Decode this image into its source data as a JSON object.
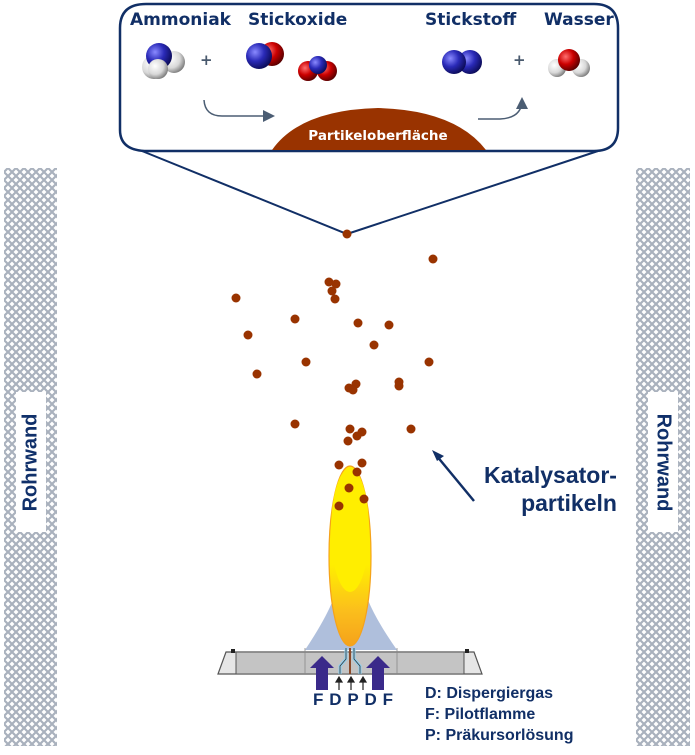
{
  "figure": {
    "reaction_callout": {
      "reactants": [
        {
          "name": "Ammoniak",
          "molecule": "NH3"
        },
        {
          "name": "Stickoxide",
          "molecule": "NO / NO2"
        }
      ],
      "products": [
        {
          "name": "Stickstoff",
          "molecule": "N2"
        },
        {
          "name": "Wasser",
          "molecule": "H2O"
        }
      ],
      "plus_sign": "+",
      "surface_label": "Partikeloberfläche"
    },
    "walls": {
      "left_label": "Rohrwand",
      "right_label": "Rohrwand"
    },
    "catalyst_label": [
      "Katalysator-",
      "partikeln"
    ],
    "burner": {
      "port_letters": [
        "F",
        "D",
        "P",
        "D",
        "F"
      ]
    },
    "legend": [
      "D: Dispergiergas",
      "F: Pilotflamme",
      "P: Präkursorlösung"
    ],
    "colors": {
      "text_navy": "#112f66",
      "particle_brown": "#993300",
      "flame_yellow": "#ffee00",
      "flame_orange": "#f5a21b",
      "cone_blue": "#a6b8d8",
      "nozzle_gray": "#c8c8c8",
      "arrow_purple": "#3a2a8a",
      "nitrogen_blue": "#2a2ab8",
      "oxygen_red": "#cc0000",
      "hydrogen_white": "#e8e8e8"
    }
  }
}
